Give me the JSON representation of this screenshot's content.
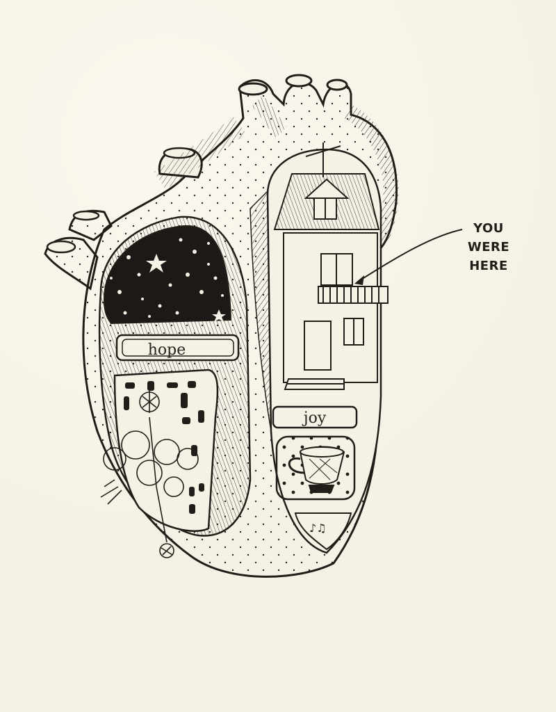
{
  "artwork": {
    "subject": "Anatomical heart illustration in ink",
    "paper_color": "#f5f1e4",
    "ink_color": "#231d19"
  },
  "labels": {
    "left_chamber": "hope",
    "right_chamber": "joy"
  },
  "annotation": {
    "line1": "YOU",
    "line2": "WERE",
    "line3": "HERE"
  },
  "icons": {
    "house": "house-icon",
    "stars": "night-sky-icon",
    "teacup": "teacup-icon",
    "flowers": "flower-bouquet-icon",
    "music": "music-notes-icon"
  }
}
